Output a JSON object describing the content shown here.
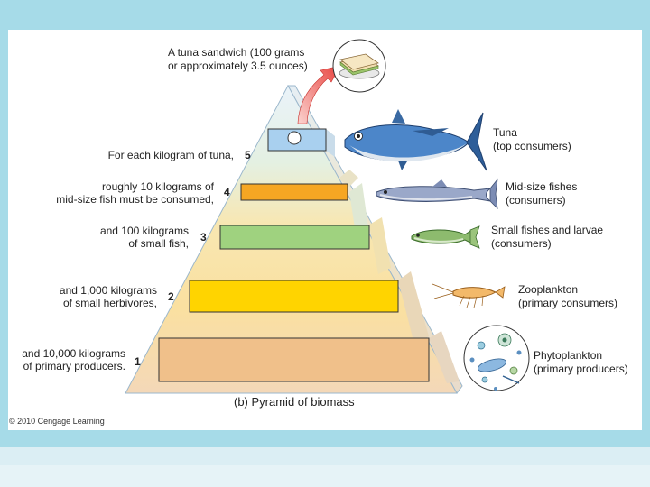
{
  "caption": "(b) Pyramid of biomass",
  "copyright": "© 2010 Cengage Learning",
  "top_note": [
    "A tuna sandwich (100 grams",
    "or approximately 3.5 ounces)"
  ],
  "levels": [
    {
      "number": "5",
      "text": [
        "For each kilogram of tuna,"
      ]
    },
    {
      "number": "4",
      "text": [
        "roughly 10 kilograms of",
        "mid-size fish must be consumed,"
      ]
    },
    {
      "number": "3",
      "text": [
        "and 100 kilograms",
        "of small fish,"
      ]
    },
    {
      "number": "2",
      "text": [
        "and 1,000 kilograms",
        "of small herbivores,"
      ]
    },
    {
      "number": "1",
      "text": [
        "and 10,000 kilograms",
        "of primary producers."
      ]
    }
  ],
  "organisms": [
    {
      "name": "Tuna",
      "role": "(top consumers)"
    },
    {
      "name": "Mid-size fishes",
      "role": "(consumers)"
    },
    {
      "name": "Small fishes and larvae",
      "role": "(consumers)"
    },
    {
      "name": "Zooplankton",
      "role": "(primary consumers)"
    },
    {
      "name": "Phytoplankton",
      "role": "(primary producers)"
    }
  ],
  "colors": {
    "level5": "#a9d0ef",
    "level4": "#f6a623",
    "level3": "#9fd27f",
    "level2": "#ffd400",
    "level1": "#f0c08a",
    "pyr_top": "#e9f2f8",
    "pyr_mid": "#f9d98f",
    "pyr_base": "#f4d7b4",
    "arrow": "#e8423e"
  }
}
